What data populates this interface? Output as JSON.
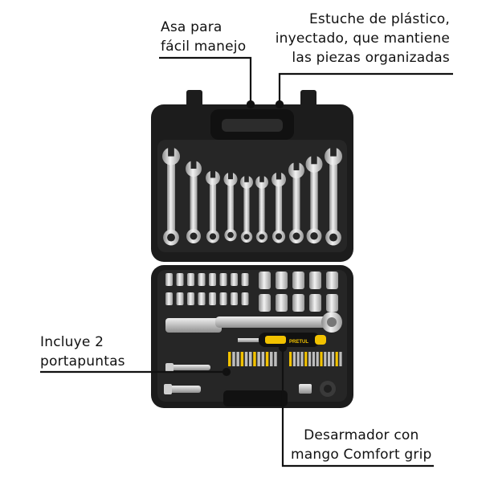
{
  "callouts": {
    "handle": {
      "line1": "Asa para",
      "line2": "fácil manejo"
    },
    "case": {
      "line1": "Estuche de plástico,",
      "line2": "inyectado, que mantiene",
      "line3": "las piezas organizadas"
    },
    "bit_holders": {
      "line1": "Incluye 2",
      "line2": "portapuntas"
    },
    "screwdriver": {
      "line1": "Desarmador con",
      "line2": "mango Comfort grip"
    }
  },
  "screwdriver_brand": "PRETUL",
  "colors": {
    "case": "#1c1c1c",
    "case_inner": "#2b2b2b",
    "chrome": "#c9c9c9",
    "grip_yellow": "#f2c200",
    "leader": "#111111"
  }
}
